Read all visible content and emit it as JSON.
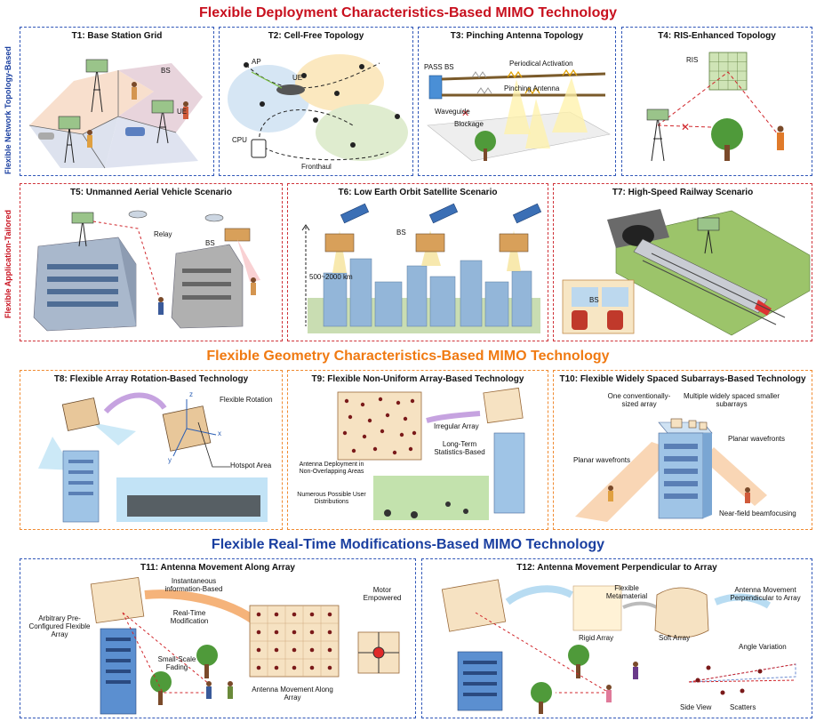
{
  "colors": {
    "deployment": "#c8101e",
    "application": "#c8101e",
    "network": "#1a3fa0",
    "geometry": "#f07a12",
    "realtime": "#1a3fa0",
    "panel_blue_border": "#2f56b8",
    "panel_red_border": "#d0343a",
    "panel_orange_border": "#f08a30"
  },
  "sections": {
    "deployment_title": "Flexible Deployment Characteristics-Based MIMO Technology",
    "geometry_title": "Flexible Geometry Characteristics-Based MIMO Technology",
    "realtime_title": "Flexible Real-Time Modifications-Based MIMO Technology",
    "network_side_label": "Flexible Network Topology-Based",
    "application_side_label": "Flexible Application-Tailored"
  },
  "panels": {
    "t1": {
      "title": "T1: Base Station Grid",
      "labels": [
        "BS",
        "UE"
      ]
    },
    "t2": {
      "title": "T2: Cell-Free Topology",
      "labels": [
        "AP",
        "UE",
        "CPU",
        "Fronthaul"
      ]
    },
    "t3": {
      "title": "T3: Pinching Antenna Topology",
      "labels": [
        "PASS BS",
        "Periodical Activation",
        "Pinching Antenna",
        "Waveguide",
        "Blockage"
      ]
    },
    "t4": {
      "title": "T4: RIS-Enhanced Topology",
      "labels": [
        "RIS"
      ]
    },
    "t5": {
      "title": "T5: Unmanned Aerial Vehicle Scenario",
      "labels": [
        "Relay",
        "BS"
      ]
    },
    "t6": {
      "title": "T6: Low Earth Orbit Satellite Scenario",
      "labels": [
        "BS",
        "500~2000 km"
      ]
    },
    "t7": {
      "title": "T7: High-Speed Railway Scenario",
      "labels": [
        "BS"
      ]
    },
    "t8": {
      "title": "T8:  Flexible Array Rotation-Based Technology",
      "labels": [
        "Flexible Rotation",
        "Hotspot Area",
        "x",
        "y",
        "z"
      ]
    },
    "t9": {
      "title": "T9: Flexible Non-Uniform Array-Based Technology",
      "labels": [
        "Irregular Array",
        "Long-Term Statistics-Based",
        "Antenna Deployment in Non-Overlapping Areas",
        "Numerous Possible User Distributions"
      ]
    },
    "t10": {
      "title": "T10: Flexible Widely Spaced Subarrays-Based Technology",
      "labels": [
        "One conventionally-sized array",
        "Multiple widely spaced smaller subarrays",
        "Planar wavefronts",
        "Planar wavefronts",
        "Near-field beamfocusing"
      ]
    },
    "t11": {
      "title": "T11: Antenna Movement Along Array",
      "labels": [
        "Arbitrary Pre-Configured Flexible Array",
        "Instantaneous information-Based",
        "Real-Time Modification",
        "Small-Scale Fading",
        "Motor Empowered",
        "Antenna Movement Along Array"
      ]
    },
    "t12": {
      "title": "T12: Antenna Movement Perpendicular to Array",
      "labels": [
        "Flexible Metamaterial",
        "Rigid Array",
        "Soft Array",
        "Antenna Movement Perpendicular to Array",
        "Angle Variation",
        "Side View",
        "Scatters"
      ]
    }
  }
}
